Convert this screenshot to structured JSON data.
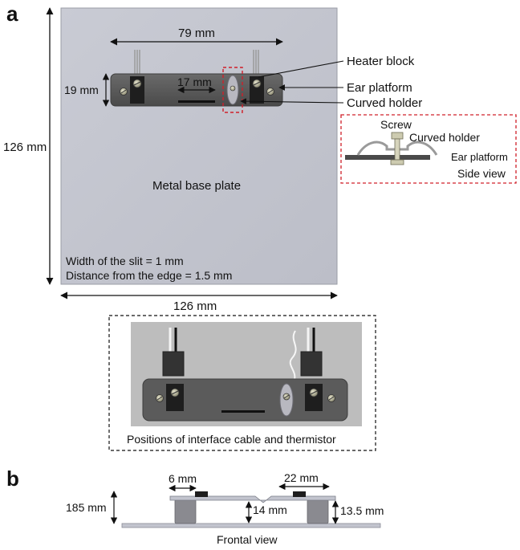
{
  "panels": {
    "a": "a",
    "b": "b"
  },
  "dimensions": {
    "base_height": "126 mm",
    "base_width": "126 mm",
    "screw_span": "79 mm",
    "platform_height": "19 mm",
    "slit_length": "17 mm",
    "frontal_total": "185 mm",
    "frontal_leg_width": "6 mm",
    "frontal_block_width": "22 mm",
    "frontal_gap": "14 mm",
    "frontal_block_height": "13.5 mm"
  },
  "callouts": {
    "heater_block": "Heater block",
    "ear_platform": "Ear platform",
    "curved_holder": "Curved holder"
  },
  "base_plate": {
    "title": "Metal base plate",
    "slit_width": "Width of the slit = 1 mm",
    "edge_distance": "Distance from the edge = 1.5 mm"
  },
  "side_view": {
    "screw": "Screw",
    "curved_holder": "Curved holder",
    "ear_platform": "Ear platform",
    "caption": "Side view"
  },
  "photo_caption": "Positions of interface cable and thermistor",
  "frontal_caption": "Frontal view",
  "colors": {
    "base_plate": "#c2c4ce",
    "platform": "#5b5b5b",
    "block": "#1e1e1e",
    "dashed_red": "#d0202a",
    "photo_bg": "#bdbdbd"
  }
}
